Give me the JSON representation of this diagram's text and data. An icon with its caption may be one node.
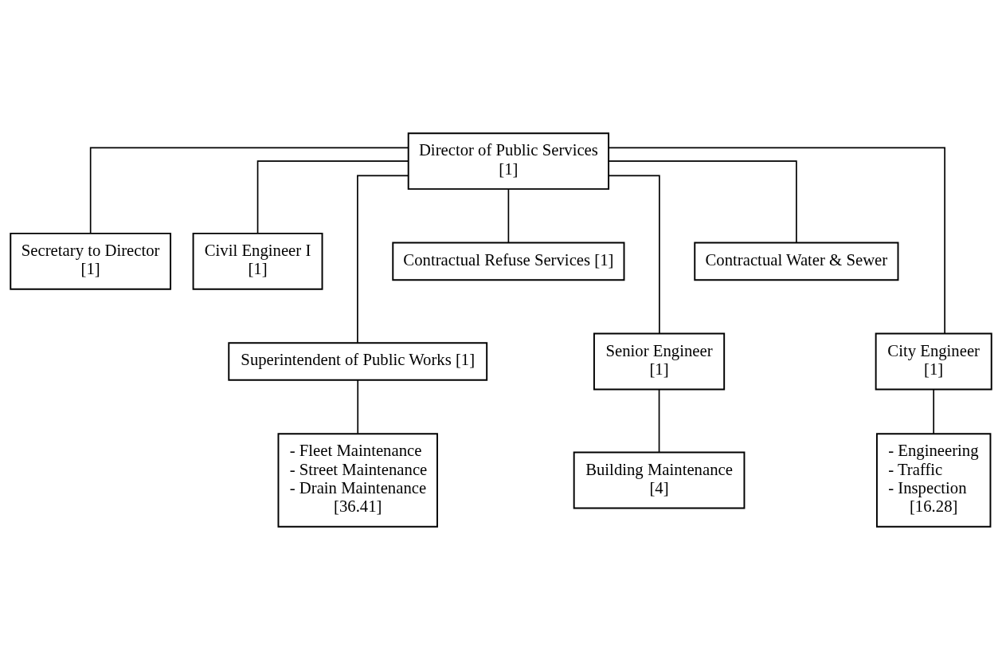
{
  "diagram": {
    "nodes": [
      {
        "text": [
          "Director of Public Services",
          "[1]"
        ]
      },
      {
        "text": [
          "Secretary to Director",
          "[1]"
        ]
      },
      {
        "text": [
          "Civil Engineer I",
          "[1]"
        ]
      },
      {
        "text": [
          "Superintendent of Public Works [1]"
        ]
      },
      {
        "text": [
          "Contractual Refuse Services [1]"
        ]
      },
      {
        "text": [
          "Senior Engineer",
          "[1]"
        ]
      },
      {
        "text": [
          "Contractual Water & Sewer"
        ]
      },
      {
        "text": [
          "City Engineer",
          "[1]"
        ]
      },
      {
        "text": [
          "- Fleet Maintenance",
          "- Street Maintenance",
          "- Drain Maintenance",
          "[36.41]"
        ]
      },
      {
        "text": [
          "Building Maintenance",
          "[4]"
        ]
      },
      {
        "text": [
          "- Engineering",
          "- Traffic",
          "- Inspection",
          "[16.28]"
        ]
      }
    ],
    "edges": [
      {
        "from": 0,
        "to": 1,
        "arrow": "none"
      },
      {
        "from": 0,
        "to": 2,
        "arrow": "none"
      },
      {
        "from": 0,
        "to": 3,
        "arrow": "none"
      },
      {
        "from": 0,
        "to": 4,
        "arrow": "none"
      },
      {
        "from": 0,
        "to": 5,
        "arrow": "none"
      },
      {
        "from": 0,
        "to": 6,
        "arrow": "none"
      },
      {
        "from": 0,
        "to": 7,
        "arrow": "none"
      },
      {
        "from": 3,
        "to": 8,
        "arrow": "none"
      },
      {
        "from": 5,
        "to": 9,
        "arrow": "none"
      },
      {
        "from": 7,
        "to": 10,
        "arrow": "none"
      }
    ]
  }
}
